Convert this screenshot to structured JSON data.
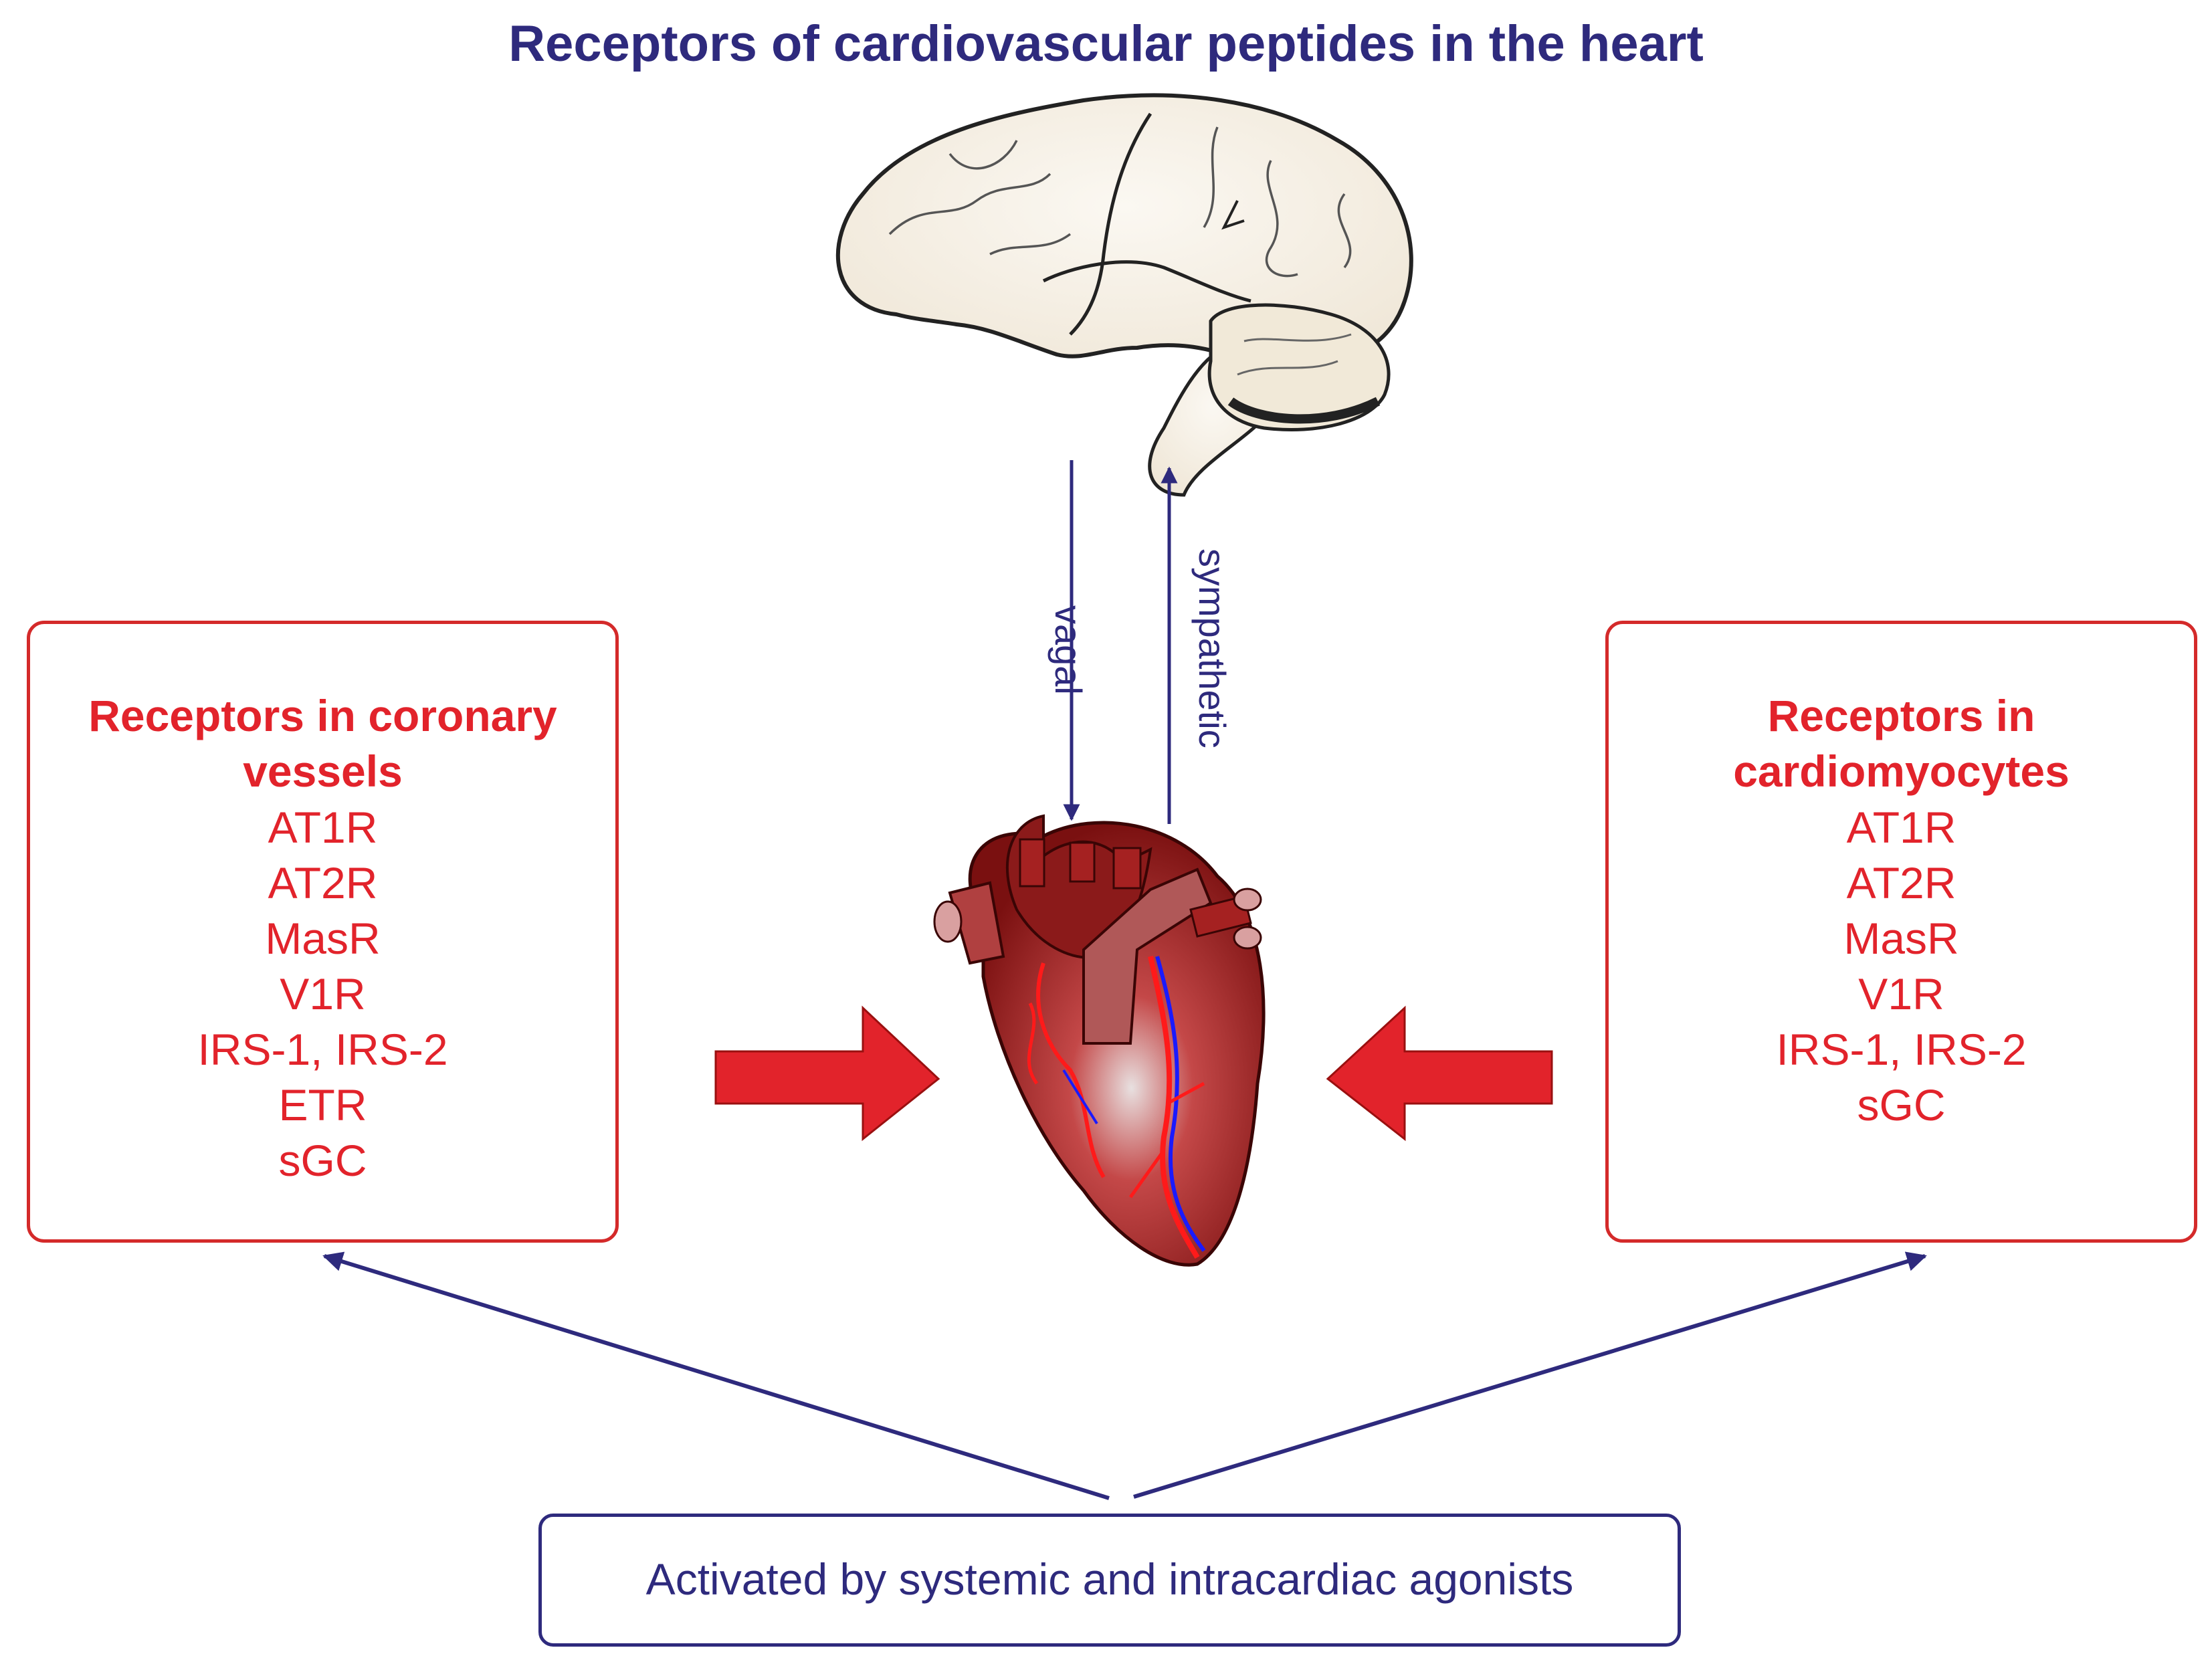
{
  "title": "Receptors of cardiovascular peptides in the heart",
  "pathways": {
    "down_label": "vagal",
    "up_label": "sympathetic"
  },
  "left_box": {
    "title_line1": "Receptors in coronary",
    "title_line2": "vessels",
    "items": [
      "AT1R",
      "AT2R",
      "MasR",
      "V1R",
      "IRS-1, IRS-2",
      "ETR",
      "sGC"
    ]
  },
  "right_box": {
    "title_line1": "Receptors in",
    "title_line2": "cardiomyocytes",
    "items": [
      "AT1R",
      "AT2R",
      "MasR",
      "V1R",
      "IRS-1, IRS-2",
      "sGC"
    ]
  },
  "bottom_box": {
    "label": "Activated by systemic and intracardiac agonists"
  },
  "colors": {
    "navy": "#2e2a7d",
    "red": "#e2232b",
    "heart_dark": "#8b1a1a"
  },
  "icons": [
    "brain-icon",
    "heart-icon"
  ]
}
